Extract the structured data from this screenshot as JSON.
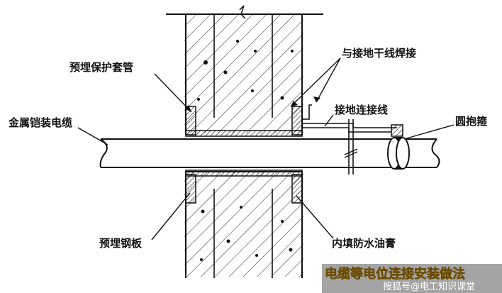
{
  "labels": {
    "protective_sleeve": "预埋保护套管",
    "weld_to_ground_trunk": "与接地干线焊接",
    "armored_cable": "金属铠装电缆",
    "ground_connection_wire": "接地连接线",
    "round_clamp": "圆抱箍",
    "embedded_steel_plate": "预埋钢板",
    "waterproof_grease_fill": "内填防水油膏"
  },
  "banner": {
    "title": "电缆等电位连接安装做法",
    "watermark": "搜狐号@电工知识课堂"
  },
  "colors": {
    "line": "#111111",
    "banner_text": "#f3d21b",
    "watermark_text": "#ffffff"
  }
}
